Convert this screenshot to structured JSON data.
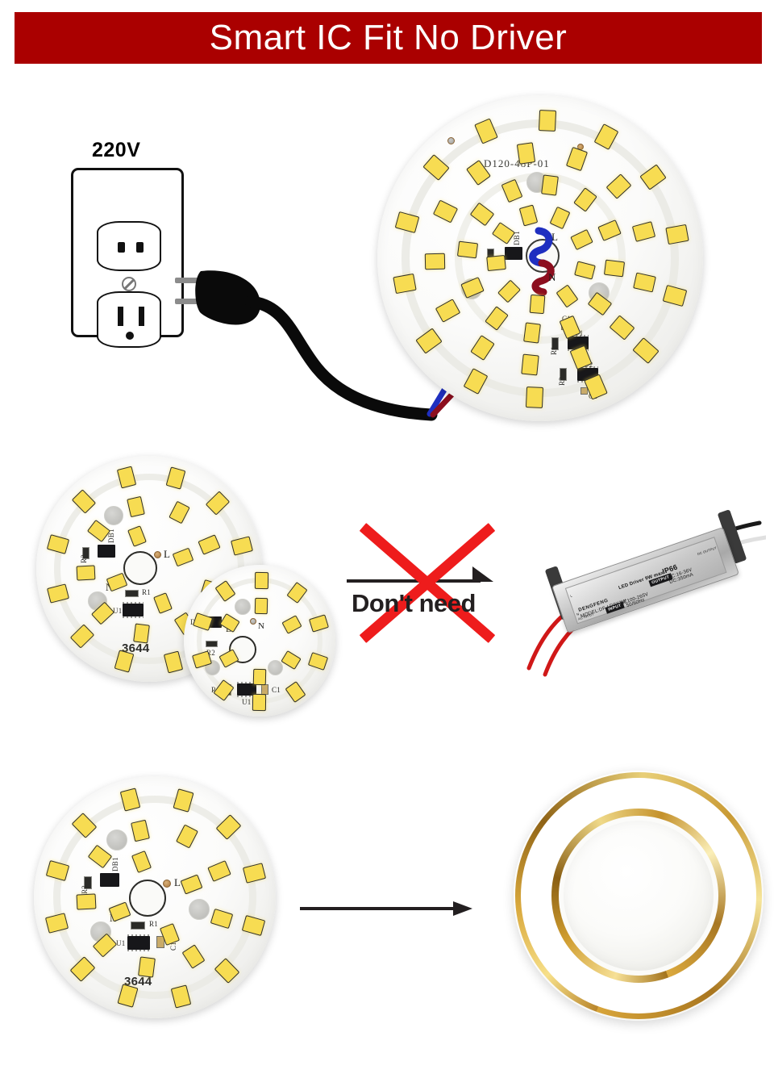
{
  "header": {
    "title": "Smart IC Fit No Driver",
    "banner_color": "#aa0000",
    "text_color": "#ffffff"
  },
  "power_section": {
    "voltage_label": "220V",
    "outlet_name": "wall-outlet",
    "plug_name": "two-prong-plug",
    "cable_color": "#000000",
    "wire_live_color": "#1f2fc0",
    "wire_neutral_color": "#8c0e1e"
  },
  "main_board": {
    "part_number": "D120-48P-01",
    "terminal_live": "L",
    "terminal_neutral": "N",
    "components": [
      {
        "ref": "DB1"
      },
      {
        "ref": "R3"
      },
      {
        "ref": "C1"
      },
      {
        "ref": "U1"
      },
      {
        "ref": "R1"
      },
      {
        "ref": "U2"
      },
      {
        "ref": "R2"
      },
      {
        "ref": "C2"
      }
    ],
    "led_count": 48,
    "led_color": "#f7dc52"
  },
  "middle_section": {
    "large_board": {
      "marking": "3644",
      "terminal_live": "L",
      "terminal_neutral": "N",
      "components": [
        {
          "ref": "DB1"
        },
        {
          "ref": "R3"
        },
        {
          "ref": "R1"
        },
        {
          "ref": "U1"
        }
      ]
    },
    "small_board": {
      "terminal_live": "L",
      "terminal_neutral": "N",
      "components": [
        {
          "ref": "DB1"
        },
        {
          "ref": "R2"
        },
        {
          "ref": "R1"
        },
        {
          "ref": "U1"
        },
        {
          "ref": "C1"
        }
      ]
    },
    "reject_mark": {
      "label": "Don't need",
      "x_color": "#ee1c1c",
      "arrow_color": "#231f20"
    },
    "driver": {
      "brand": "DENGFENG",
      "model_line": "MODEL:DF-LD9X1W",
      "title_line": "LED Driver 9W max",
      "ip_rating": "IP66",
      "input_badge": "INPUT",
      "output_badge": "OUTPUT",
      "input_spec": "AC100-265V",
      "frequency": "50/60Hz",
      "output_voltage": "DC:16-36V",
      "output_current": "DC:350mA",
      "terminal_l": "L",
      "terminal_n": "N",
      "ac_input_label": "AC INPUT",
      "dc_output_label": "DC OUTPUT"
    }
  },
  "bottom_section": {
    "board": {
      "marking": "3644",
      "terminal_live": "L",
      "terminal_neutral": "N",
      "components": [
        {
          "ref": "DB1"
        },
        {
          "ref": "R3"
        },
        {
          "ref": "R1"
        },
        {
          "ref": "U1"
        },
        {
          "ref": "C1"
        }
      ]
    },
    "fixture": {
      "name": "gold-round-downlight",
      "gold_color": "#d9a83c",
      "diffuser_color": "#f7f7f4"
    },
    "arrow_color": "#231f20"
  }
}
